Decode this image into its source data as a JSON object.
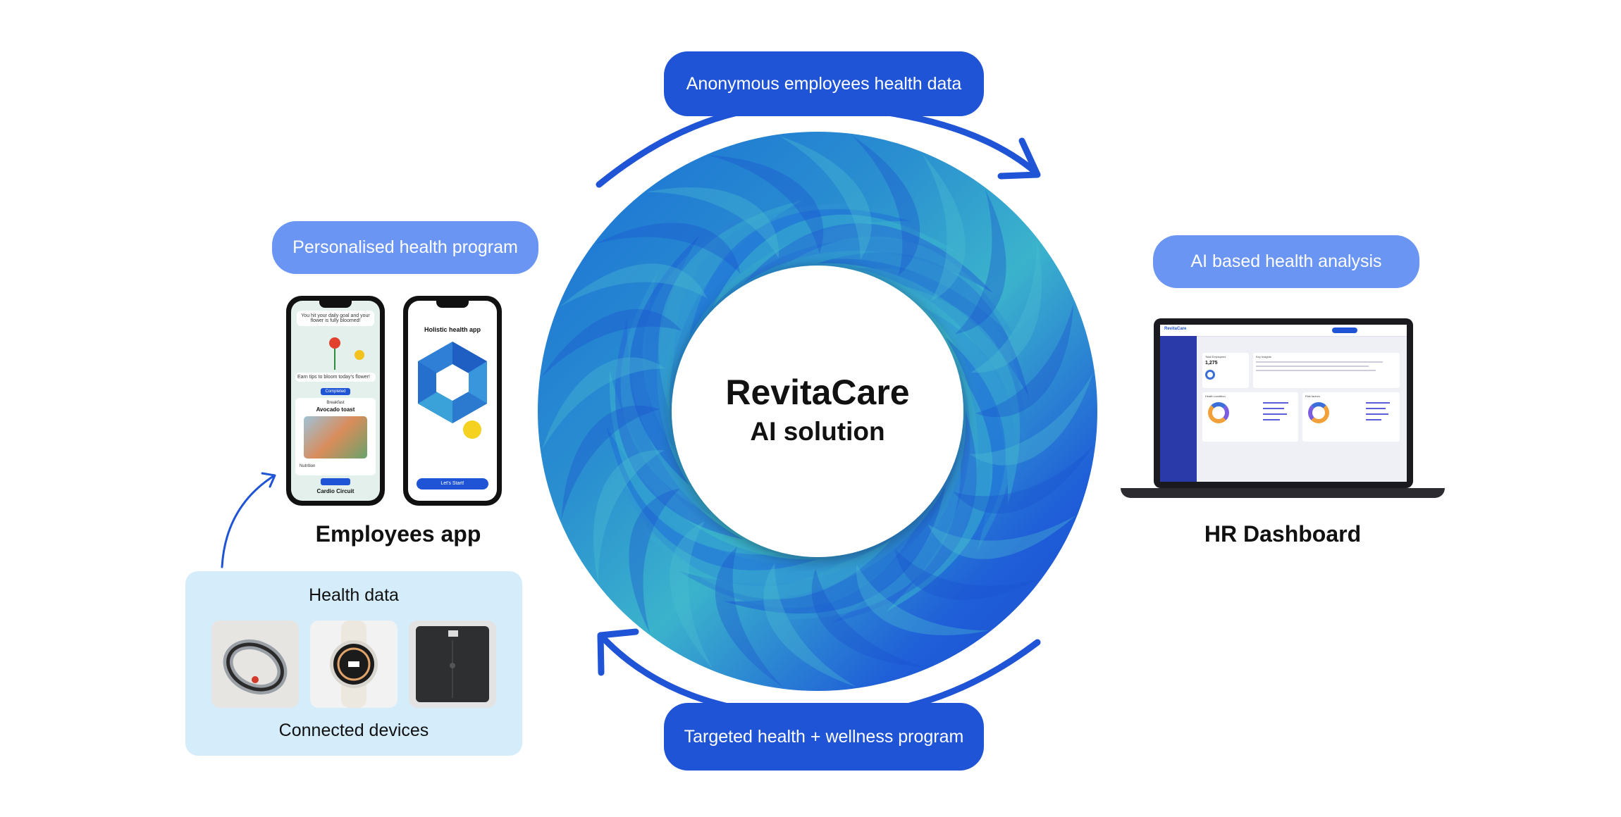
{
  "center": {
    "title": "RevitaCare",
    "subtitle": "AI solution"
  },
  "pills": {
    "top": "Anonymous employees health data",
    "bottom": "Targeted health + wellness program",
    "left": "Personalised health program",
    "right": "AI based health analysis"
  },
  "captions": {
    "left": "Employees app",
    "right": "HR Dashboard"
  },
  "devices": {
    "title": "Health data",
    "footer": "Connected devices",
    "items": [
      "smart-ring",
      "smart-watch",
      "smart-scale"
    ]
  },
  "phone1": {
    "message": "You hit your daily goal and your flower is fully bloomed!",
    "prompt": "Earn tips to bloom today's flower!",
    "badge": "Completed",
    "meal_type": "Breakfast",
    "meal": "Avocado toast",
    "section": "Nutrition",
    "activity": "Cardio Circuit"
  },
  "phone2": {
    "title": "Holistic health app",
    "button": "Let's Start!"
  },
  "dashboard": {
    "brand": "RevitaCare",
    "total_label": "Total Employees",
    "total_value": "1,275",
    "panel1": "Health condition",
    "panel2": "Risk factors",
    "insights": "Key Insights"
  },
  "colors": {
    "accent": "#1f54d6",
    "pill_light": "#6b95f2",
    "devices_bg": "#d5ecfb"
  }
}
